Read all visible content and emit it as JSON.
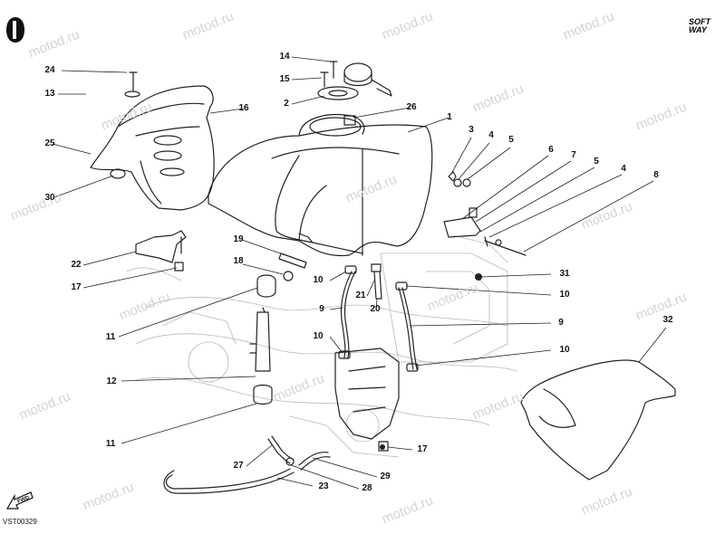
{
  "watermark": "motod.ru",
  "brand": {
    "line1": "SOFT",
    "line2": "WAY"
  },
  "fwd_label": "FWD",
  "drawing_code": "VST00329",
  "callouts": [
    "1",
    "2",
    "3",
    "4",
    "5",
    "6",
    "7",
    "8",
    "9",
    "10",
    "11",
    "12",
    "13",
    "14",
    "15",
    "16",
    "17",
    "18",
    "19",
    "20",
    "21",
    "22",
    "23",
    "24",
    "25",
    "26",
    "27",
    "28",
    "29",
    "30",
    "31",
    "32"
  ],
  "colors": {
    "line": "#222222",
    "watermark": "#d4d4d4",
    "background": "#ffffff"
  },
  "icons": [
    "ducati-logo-icon",
    "fwd-arrow-icon"
  ]
}
